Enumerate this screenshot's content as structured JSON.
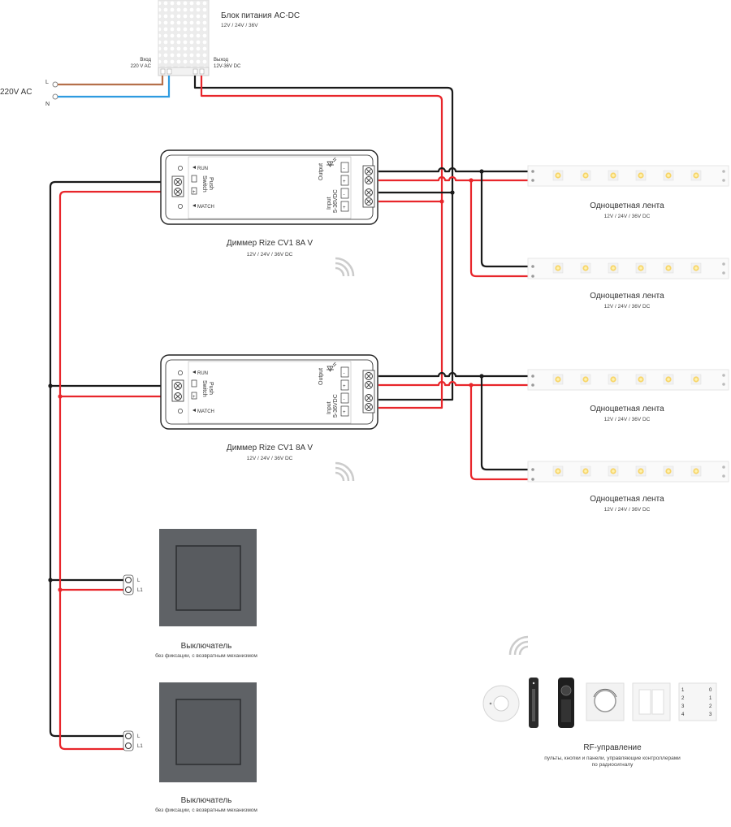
{
  "power_supply": {
    "title": "Блок питания AC-DC",
    "voltage": "12V / 24V / 36V",
    "input_label": "Вход",
    "input_value": "220 V AC",
    "output_label": "Выход",
    "output_value": "12V-36V DC"
  },
  "mains": {
    "label": "220V AC",
    "l": "L",
    "n": "N"
  },
  "dimmers": [
    {
      "title": "Диммер Rize CV1 8A V",
      "voltage": "12V / 24V / 36V DC",
      "push": "Push",
      "switch": "Switch",
      "run": "RUN",
      "match": "MATCH",
      "output": "Output",
      "input": "Input",
      "input_range": "5-36VDC",
      "plus": "+",
      "minus": "-"
    },
    {
      "title": "Диммер Rize CV1 8A V",
      "voltage": "12V / 24V / 36V DC",
      "push": "Push",
      "switch": "Switch",
      "run": "RUN",
      "match": "MATCH",
      "output": "Output",
      "input": "Input",
      "input_range": "5-36VDC",
      "plus": "+",
      "minus": "-"
    }
  ],
  "strips": [
    {
      "title": "Одноцветная лента",
      "voltage": "12V / 24V / 36V DC"
    },
    {
      "title": "Одноцветная лента",
      "voltage": "12V / 24V / 36V DC"
    },
    {
      "title": "Одноцветная лента",
      "voltage": "12V / 24V / 36V DC"
    },
    {
      "title": "Одноцветная лента",
      "voltage": "12V / 24V / 36V DC"
    }
  ],
  "switches": [
    {
      "title": "Выключатель",
      "subtitle": "без фиксации, с возвратным механизмом",
      "l": "L",
      "l1": "L1"
    },
    {
      "title": "Выключатель",
      "subtitle": "без фиксации, с возвратным механизмом",
      "l": "L",
      "l1": "L1"
    }
  ],
  "rf": {
    "title": "RF-управление",
    "subtitle_line1": "пульты, кнопки и панели, управляющие контроллерами",
    "subtitle_line2": "по радиосигналу",
    "panel_numbers": [
      "0",
      "1",
      "2",
      "3"
    ],
    "panel_numbers_left": [
      "1",
      "2",
      "3",
      "4"
    ]
  },
  "colors": {
    "positive_wire": "#e8262b",
    "negative_wire": "#1a1a1a",
    "neutral_wire": "#2e9be0",
    "live_wire": "#b5704a",
    "switch_frame": "#5f6266"
  }
}
